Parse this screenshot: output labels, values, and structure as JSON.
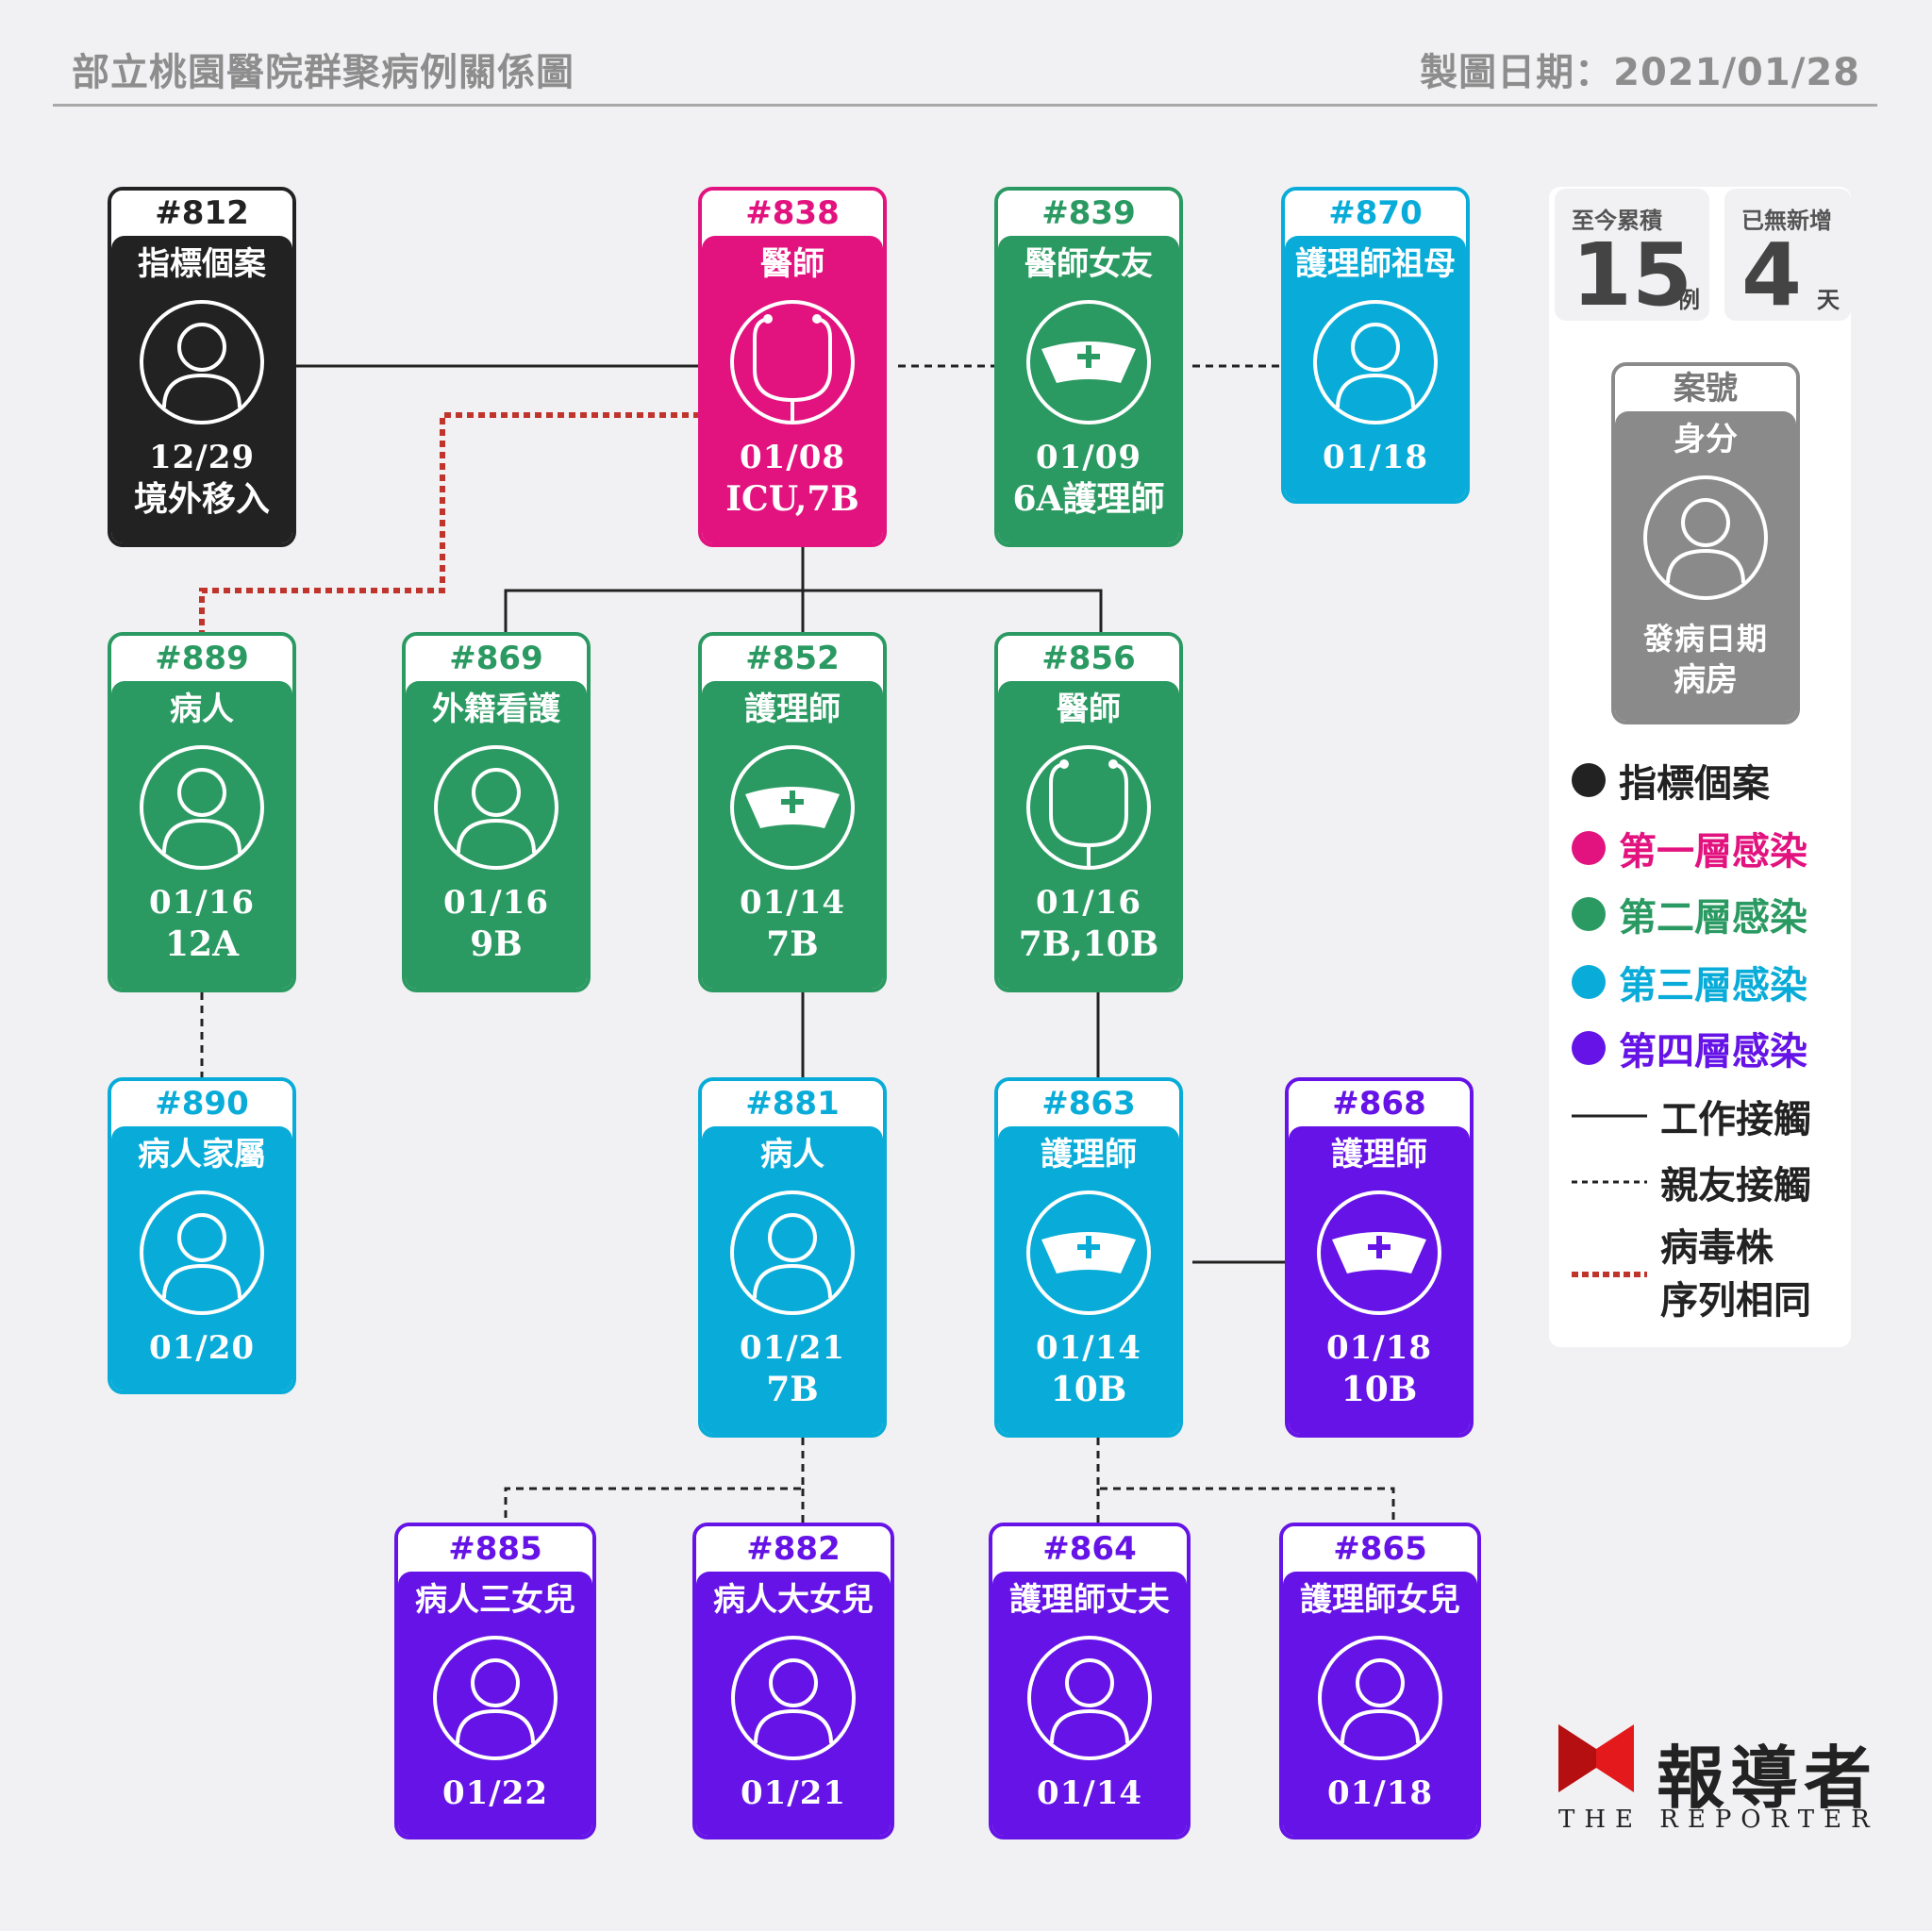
{
  "header": {
    "title": "部立桃園醫院群聚病例關係圖",
    "date": "製圖日期：2021/01/28"
  },
  "colors": {
    "index": "#222222",
    "layer1": "#e2137f",
    "layer2": "#2b9a62",
    "layer3": "#09acd8",
    "layer4": "#6513e6",
    "grey": "#8a8a8a",
    "red": "#c0342c"
  },
  "cases": {
    "c812": {
      "num": "#812",
      "role": "指標個案",
      "date": "12/29",
      "ward": "境外移入",
      "icon": "person-icon"
    },
    "c838": {
      "num": "#838",
      "role": "醫師",
      "date": "01/08",
      "ward": "ICU,7B",
      "icon": "stethoscope-icon"
    },
    "c839": {
      "num": "#839",
      "role": "醫師女友",
      "date": "01/09",
      "ward": "6A護理師",
      "icon": "nurse-cap-icon"
    },
    "c870": {
      "num": "#870",
      "role": "護理師祖母",
      "date": "01/18",
      "ward": "",
      "icon": "person-icon"
    },
    "c889": {
      "num": "#889",
      "role": "病人",
      "date": "01/16",
      "ward": "12A",
      "icon": "person-icon"
    },
    "c869": {
      "num": "#869",
      "role": "外籍看護",
      "date": "01/16",
      "ward": "9B",
      "icon": "person-icon"
    },
    "c852": {
      "num": "#852",
      "role": "護理師",
      "date": "01/14",
      "ward": "7B",
      "icon": "nurse-cap-icon"
    },
    "c856": {
      "num": "#856",
      "role": "醫師",
      "date": "01/16",
      "ward": "7B,10B",
      "icon": "stethoscope-icon"
    },
    "c890": {
      "num": "#890",
      "role": "病人家屬",
      "date": "01/20",
      "ward": "",
      "icon": "person-icon"
    },
    "c881": {
      "num": "#881",
      "role": "病人",
      "date": "01/21",
      "ward": "7B",
      "icon": "person-icon"
    },
    "c863": {
      "num": "#863",
      "role": "護理師",
      "date": "01/14",
      "ward": "10B",
      "icon": "nurse-cap-icon"
    },
    "c868": {
      "num": "#868",
      "role": "護理師",
      "date": "01/18",
      "ward": "10B",
      "icon": "nurse-cap-icon"
    },
    "c885": {
      "num": "#885",
      "role": "病人三女兒",
      "date": "01/22",
      "ward": "",
      "icon": "person-icon"
    },
    "c882": {
      "num": "#882",
      "role": "病人大女兒",
      "date": "01/21",
      "ward": "",
      "icon": "person-icon"
    },
    "c864": {
      "num": "#864",
      "role": "護理師丈夫",
      "date": "01/14",
      "ward": "",
      "icon": "person-icon"
    },
    "c865": {
      "num": "#865",
      "role": "護理師女兒",
      "date": "01/18",
      "ward": "",
      "icon": "person-icon"
    }
  },
  "stats": {
    "cumulative_label": "至今累積",
    "cumulative_value": "15",
    "cumulative_unit": "例",
    "nonew_label": "已無新增",
    "nonew_value": "4",
    "nonew_unit": "天"
  },
  "legend": {
    "sample": {
      "num": "案號",
      "role": "身分",
      "date": "發病日期",
      "ward": "病房"
    },
    "items": [
      {
        "label": "指標個案",
        "color": "#222222"
      },
      {
        "label": "第一層感染",
        "color": "#e2137f"
      },
      {
        "label": "第二層感染",
        "color": "#2b9a62"
      },
      {
        "label": "第三層感染",
        "color": "#09acd8"
      },
      {
        "label": "第四層感染",
        "color": "#6513e6"
      }
    ],
    "work_contact": "工作接觸",
    "friend_contact": "親友接觸",
    "same_sequence_l1": "病毒株",
    "same_sequence_l2": "序列相同"
  },
  "brand": {
    "zh": "報導者",
    "en": "THE REPORTER"
  }
}
